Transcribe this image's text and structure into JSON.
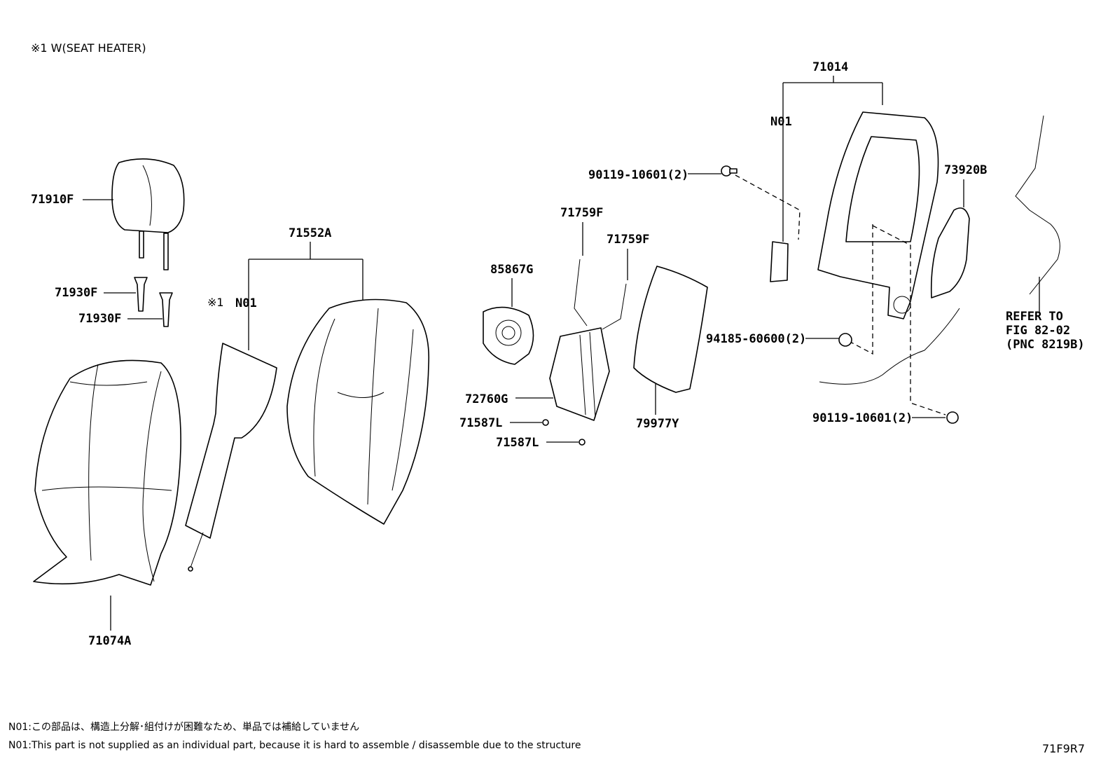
{
  "header_note": "※1 W(SEAT HEATER)",
  "refs": {
    "asm_71014": "71014",
    "n01_right": "N01",
    "n01_left": "N01",
    "asm_71552A": "71552A",
    "mark_1": "※1"
  },
  "parts": {
    "p71910F": "71910F",
    "p71930F_a": "71930F",
    "p71930F_b": "71930F",
    "p71074A": "71074A",
    "p85867G": "85867G",
    "p71759F_a": "71759F",
    "p71759F_b": "71759F",
    "p72760G": "72760G",
    "p71587L_a": "71587L",
    "p71587L_b": "71587L",
    "p79977Y": "79977Y",
    "p90119_a": "90119-10601(2)",
    "p90119_b": "90119-10601(2)",
    "p73920B": "73920B",
    "p94185": "94185-60600(2)"
  },
  "refer": {
    "line1": "REFER TO",
    "line2": "FIG 82-02",
    "line3": "(PNC 8219B)"
  },
  "footer": {
    "note_jp": "N01:この部品は、構造上分解･組付けが困難なため、単品では補給していません",
    "note_en": "N01:This part is not supplied as an individual part, because it is hard to assemble / disassemble due to the structure",
    "fig_code": "71F9R7"
  }
}
